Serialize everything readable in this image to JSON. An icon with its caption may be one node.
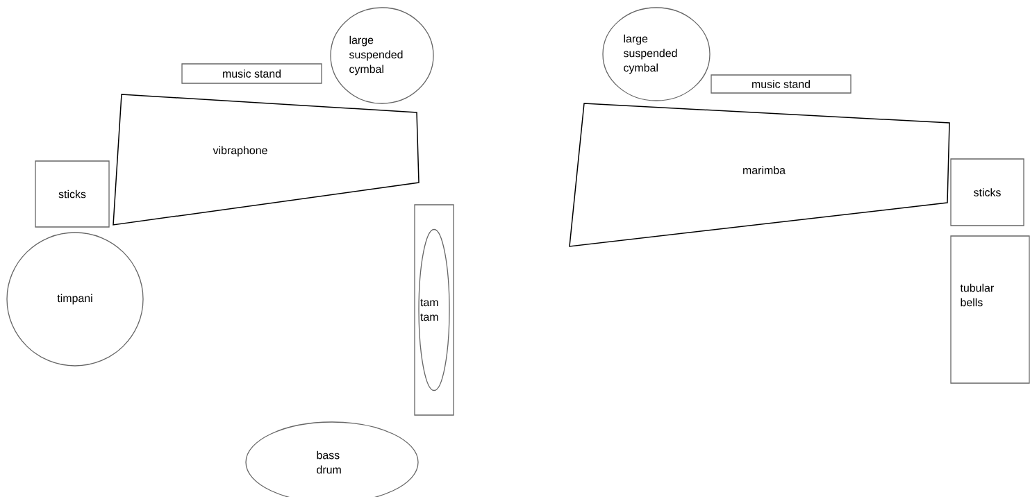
{
  "diagram": {
    "nodes": [
      {
        "text": [
          "large suspended cymbal"
        ]
      },
      {
        "text": [
          "music stand"
        ]
      },
      {
        "text": [
          "vibraphone"
        ]
      },
      {
        "text": [
          "sticks"
        ]
      },
      {
        "text": [
          "timpani"
        ]
      },
      {
        "text": [],
        "shape": "box"
      },
      {
        "text": [
          "tam tam"
        ],
        "in": 5
      },
      {
        "text": [
          "bass drum"
        ]
      },
      {
        "text": [
          "large suspended cymbal"
        ]
      },
      {
        "text": [
          "music stand"
        ]
      },
      {
        "text": [
          "marimba"
        ]
      },
      {
        "text": [
          "sticks"
        ]
      },
      {
        "text": [
          "tubular bells"
        ]
      }
    ]
  }
}
